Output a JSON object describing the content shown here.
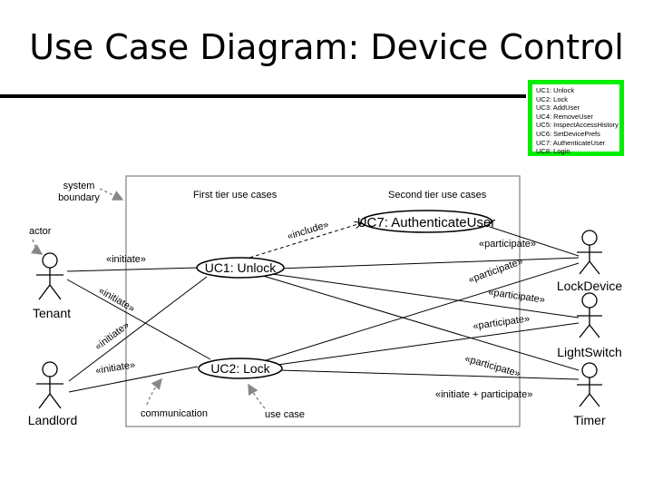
{
  "title": "Use Case Diagram: Device Control",
  "legend": [
    "UC1: Unlock",
    "UC2: Lock",
    "UC3: AddUser",
    "UC4: RemoveUser",
    "UC5: InspectAccessHistory",
    "UC6: SetDevicePrefs",
    "UC7: AuthenticateUser",
    "UC8: Login"
  ],
  "annotations": {
    "system_boundary_1": "system",
    "system_boundary_2": "boundary",
    "actor": "actor",
    "first_tier": "First tier use cases",
    "second_tier": "Second tier use cases",
    "communication": "communication",
    "use_case": "use case"
  },
  "use_cases": {
    "uc1": "UC1: Unlock",
    "uc2": "UC2: Lock",
    "uc7": "UC7: AuthenticateUser"
  },
  "actors": {
    "tenant": "Tenant",
    "landlord": "Landlord",
    "lockdevice": "LockDevice",
    "lightswitch": "LightSwitch",
    "timer": "Timer"
  },
  "relations": {
    "include": "«include»",
    "initiate": "«initiate»",
    "participate": "«participate»",
    "initiate_participate": "«initiate + participate»"
  }
}
